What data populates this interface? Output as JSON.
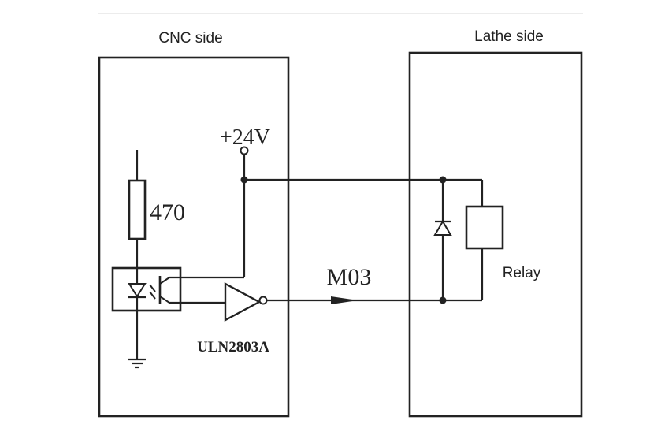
{
  "panels": {
    "cnc_label": "CNC side",
    "lathe_label": "Lathe side"
  },
  "components": {
    "supply_label": "+24V",
    "resistor_label": "470",
    "driver_label": "ULN2803A",
    "signal_label": "M03",
    "relay_label": "Relay"
  }
}
